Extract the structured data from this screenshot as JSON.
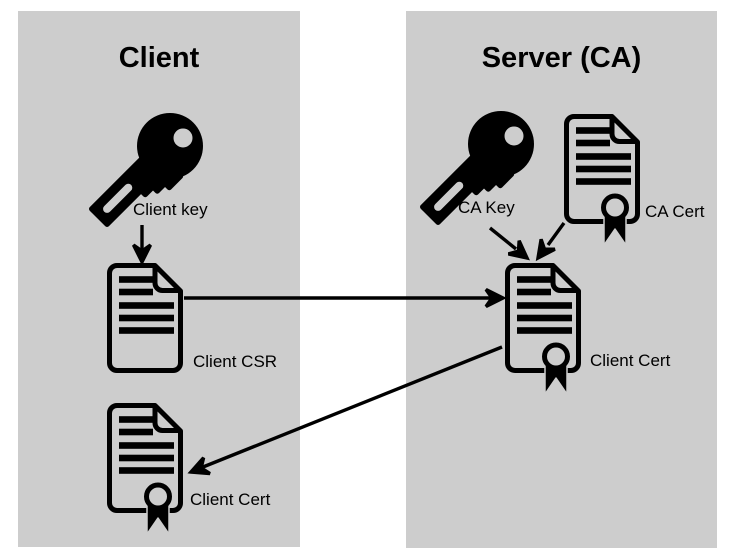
{
  "diagram": {
    "panels": {
      "client": {
        "title": "Client"
      },
      "server": {
        "title": "Server (CA)"
      }
    },
    "nodes": [
      {
        "id": "client-key",
        "icon": "key-icon",
        "label": "Client key",
        "panel": "client"
      },
      {
        "id": "client-csr",
        "icon": "document-icon",
        "label": "Client CSR",
        "panel": "client"
      },
      {
        "id": "client-cert",
        "icon": "certificate-icon",
        "label": "Client Cert",
        "panel": "client"
      },
      {
        "id": "ca-key",
        "icon": "key-icon",
        "label": "CA Key",
        "panel": "server"
      },
      {
        "id": "ca-cert",
        "icon": "certificate-icon",
        "label": "CA Cert",
        "panel": "server"
      },
      {
        "id": "server-client-cert",
        "icon": "certificate-icon",
        "label": "Client Cert",
        "panel": "server"
      }
    ],
    "edges": [
      {
        "from": "client-key",
        "to": "client-csr"
      },
      {
        "from": "client-csr",
        "to": "server-client-cert"
      },
      {
        "from": "ca-key",
        "to": "server-client-cert"
      },
      {
        "from": "ca-cert",
        "to": "server-client-cert"
      },
      {
        "from": "server-client-cert",
        "to": "client-cert"
      }
    ],
    "colors": {
      "panel_background": "#cdcdcd",
      "ink": "#000000",
      "page_background": "#ffffff"
    }
  }
}
